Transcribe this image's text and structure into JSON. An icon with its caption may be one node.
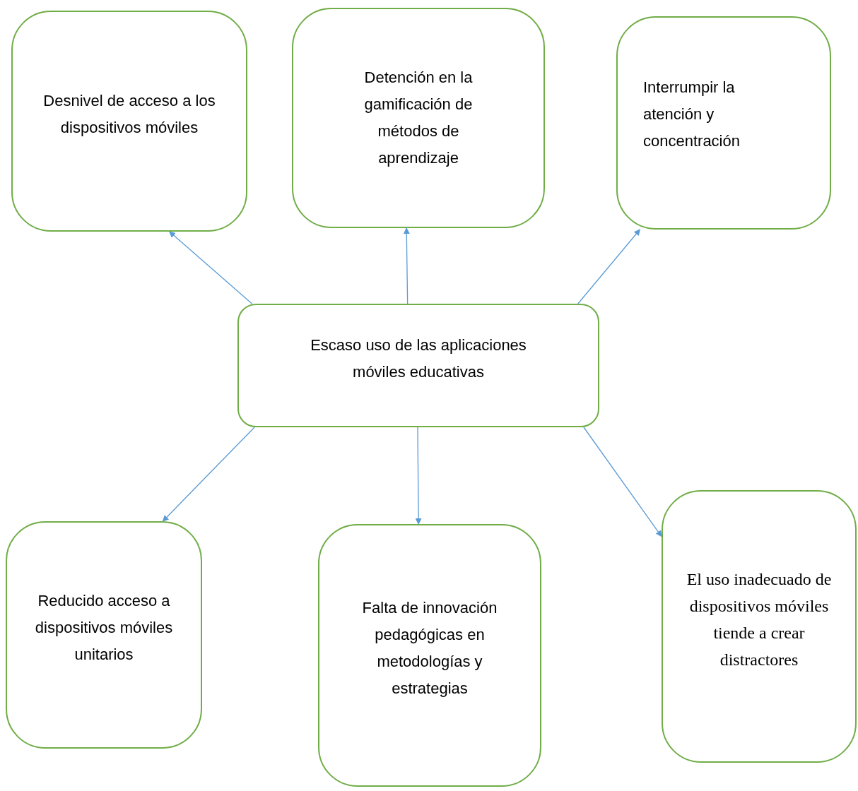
{
  "diagram": {
    "nodes": [
      {
        "text": [
          "Desnivel de acceso a los dispositivos móviles"
        ]
      },
      {
        "text": [
          "Detención en la gamificación de métodos de aprendizaje"
        ]
      },
      {
        "text": [
          "Interrumpir la atención y concentración"
        ]
      },
      {
        "text": [
          "Escaso uso de las aplicaciones móviles educativas"
        ]
      },
      {
        "text": [
          "Reducido acceso a dispositivos móviles unitarios"
        ]
      },
      {
        "text": [
          "Falta de innovación pedagógicas en metodologías y estrategias"
        ]
      },
      {
        "text": [
          "El uso inadecuado de dispositivos móviles tiende a crear distractores"
        ]
      }
    ],
    "edges": [
      {
        "from": 3,
        "to": 0,
        "arrow": "to"
      },
      {
        "from": 3,
        "to": 1,
        "arrow": "to"
      },
      {
        "from": 3,
        "to": 2,
        "arrow": "to"
      },
      {
        "from": 3,
        "to": 4,
        "arrow": "to"
      },
      {
        "from": 3,
        "to": 5,
        "arrow": "to"
      },
      {
        "from": 3,
        "to": 6,
        "arrow": "to"
      }
    ]
  }
}
